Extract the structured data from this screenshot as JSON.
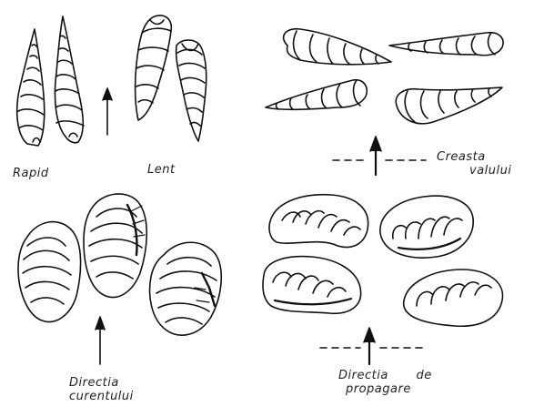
{
  "labels": {
    "rapid": "Rapid",
    "lent": "Lent",
    "creasta_line1": "Creasta",
    "creasta_line2": "valului",
    "directia_curent_line1": "Directia",
    "directia_curent_line2": "curentului",
    "directia_propag_line1": "Directia",
    "directia_propag_line2": "de",
    "directia_propag_line3": "propagare"
  },
  "colors": {
    "ink": "#111111",
    "paper": "#ffffff"
  }
}
